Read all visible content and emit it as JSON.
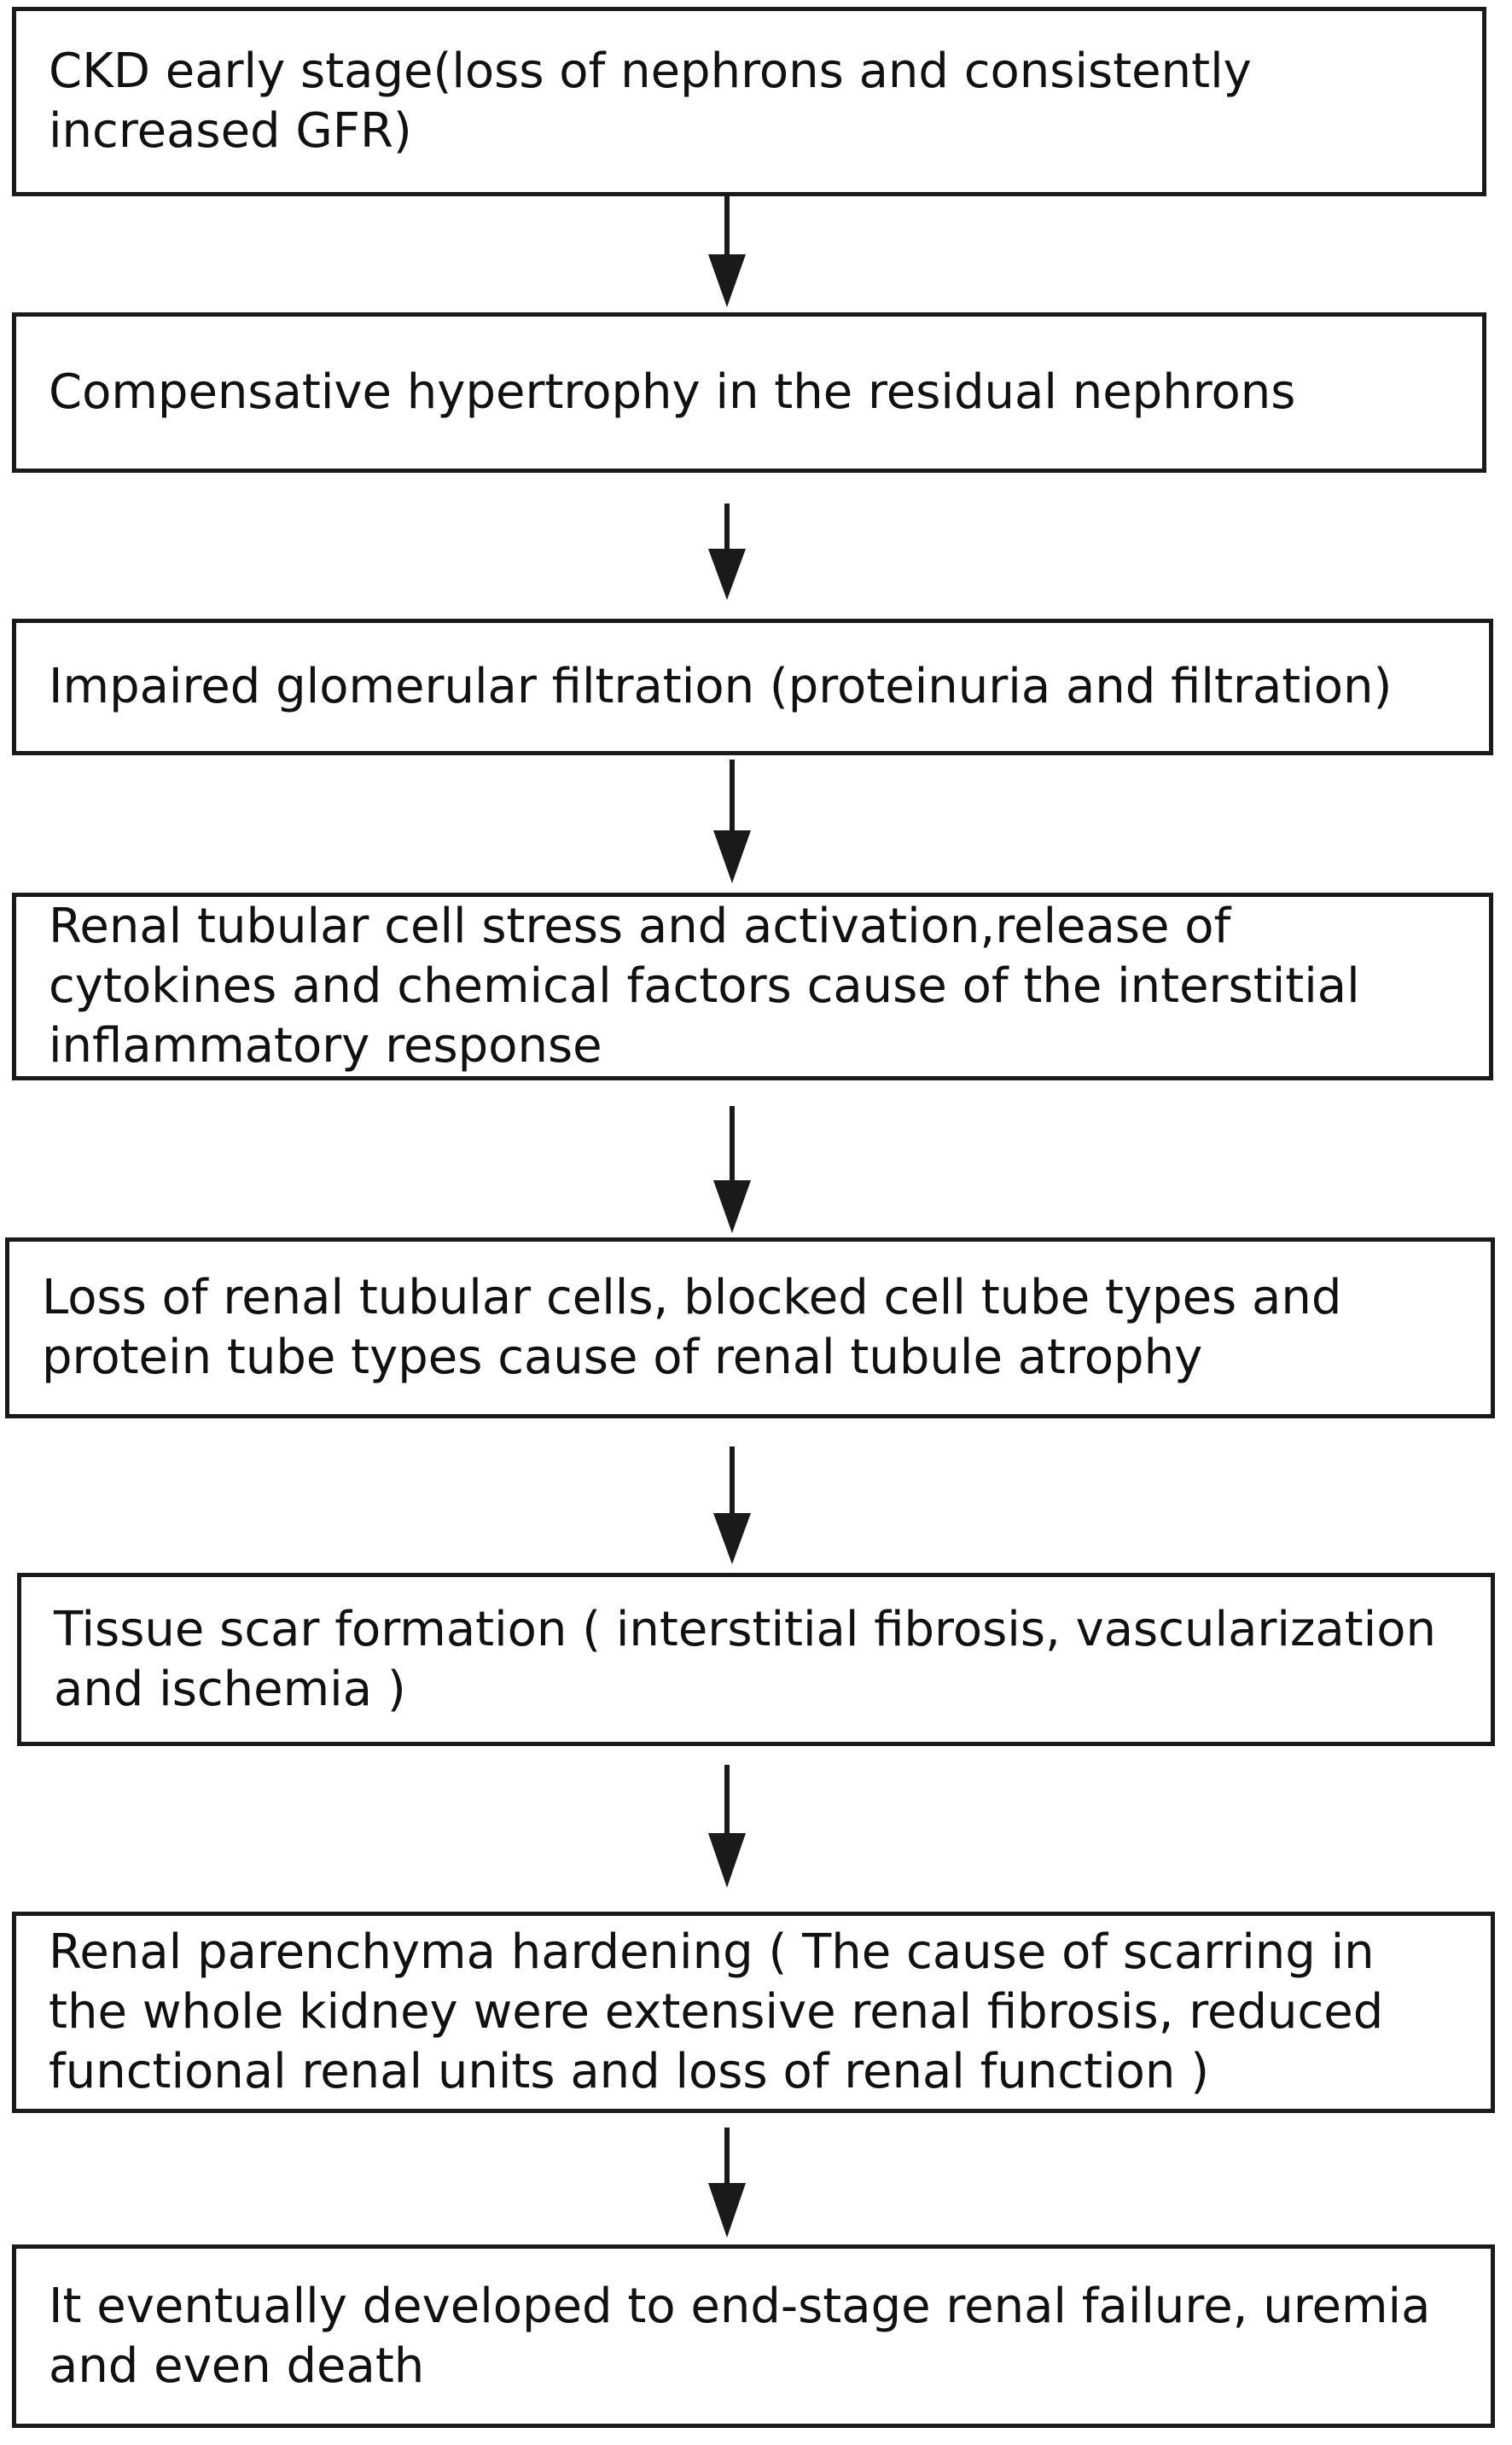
{
  "flowchart": {
    "steps": [
      {
        "id": "ckd-early-stage",
        "text": "CKD early stage(loss of nephrons and consistently increased GFR)"
      },
      {
        "id": "compensative-hypertrophy",
        "text": "Compensative hypertrophy in the residual nephrons"
      },
      {
        "id": "impaired-glomerular-filtration",
        "text": "Impaired glomerular filtration (proteinuria and filtration)"
      },
      {
        "id": "renal-tubular-cell-stress",
        "text": "Renal tubular cell stress and activation,release of cytokines and chemical factors cause of the interstitial inflammatory response"
      },
      {
        "id": "loss-of-renal-tubular-cells",
        "text": "Loss of renal tubular cells, blocked cell tube types and protein tube types cause of renal tubule atrophy"
      },
      {
        "id": "tissue-scar-formation",
        "text": "Tissue scar formation ( interstitial fibrosis, vascularization and ischemia )"
      },
      {
        "id": "renal-parenchyma-hardening",
        "text": "Renal parenchyma hardening ( The cause of scarring in the whole kidney were extensive renal fibrosis, reduced functional renal units and loss of renal function )"
      },
      {
        "id": "end-stage-renal-failure",
        "text": "It eventually developed to end-stage renal failure, uremia and even death"
      }
    ],
    "arrow_color": "#1a1a1a",
    "border_color": "#1a1a1a"
  }
}
